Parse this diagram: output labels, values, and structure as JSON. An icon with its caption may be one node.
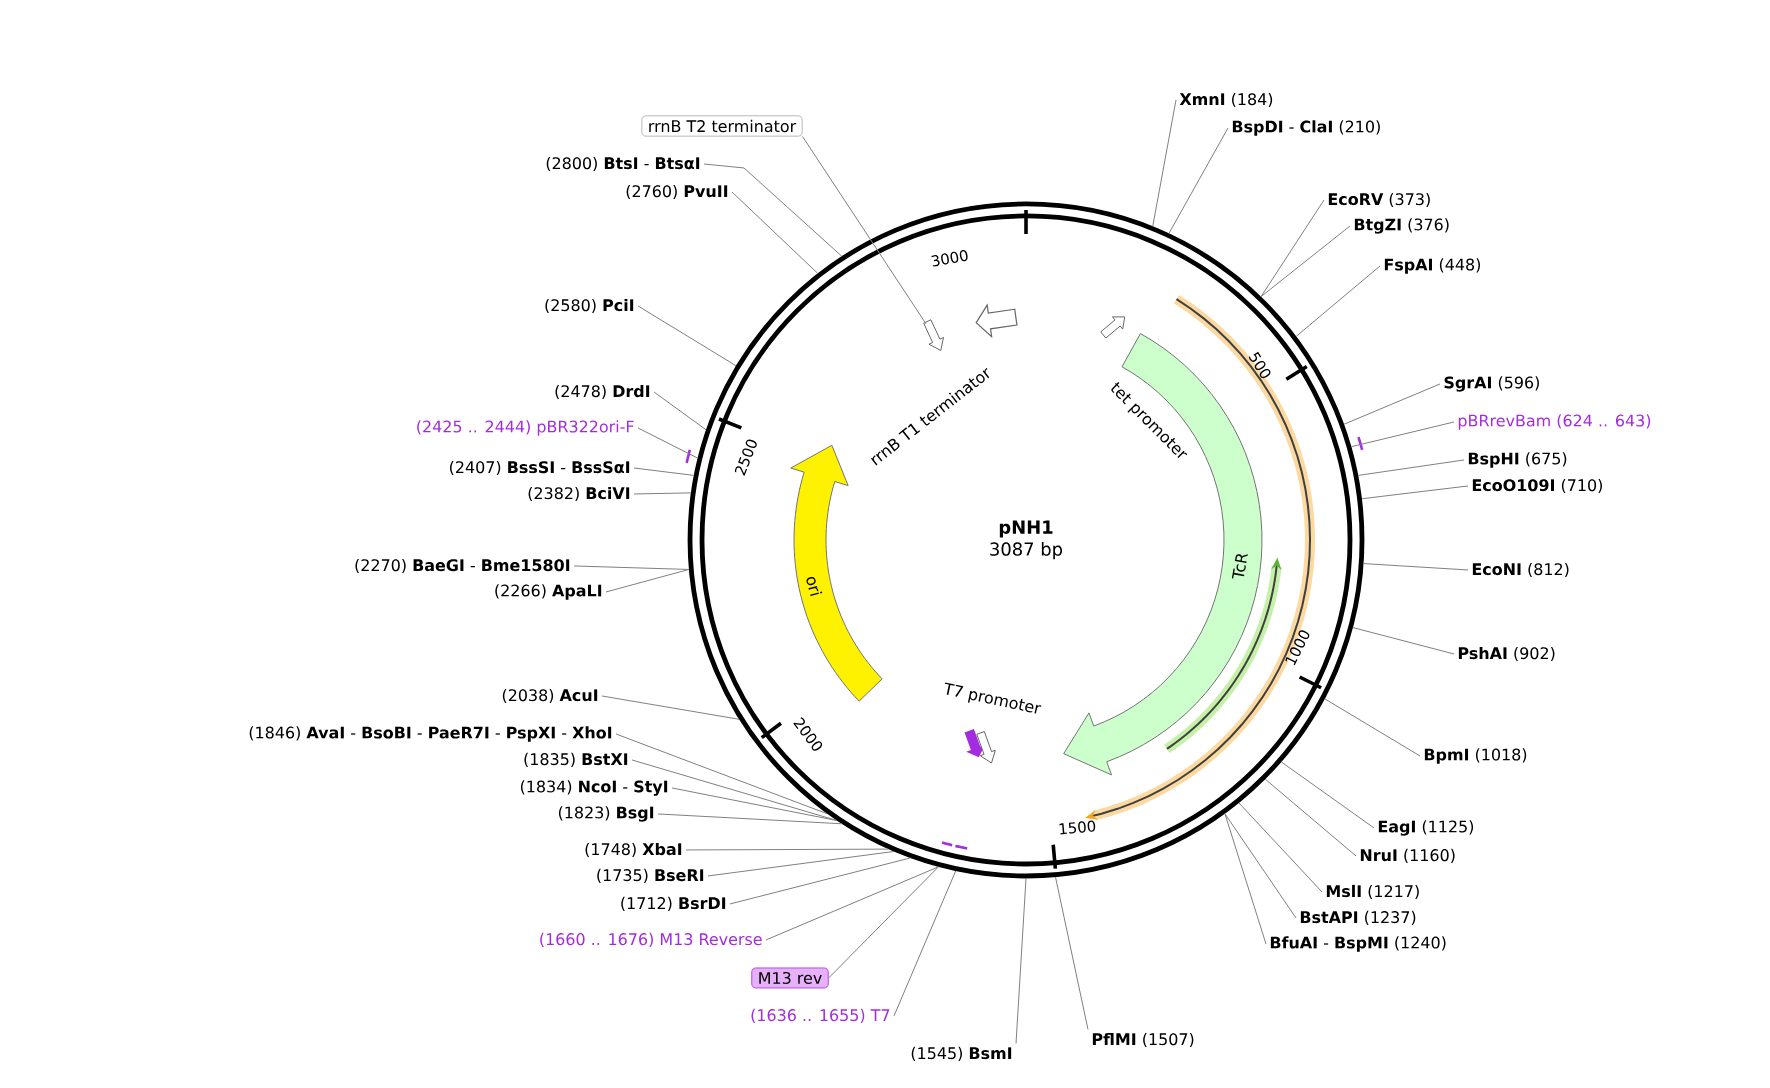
{
  "diagram": {
    "nodes": [
      {
        "text": [
          "**pNH1**",
          "3087 bp"
        ]
      },
      {
        "text": [
          "rrnB T2 terminator"
        ]
      },
      {
        "text": [
          "**XmnI** (184)"
        ]
      },
      {
        "text": [
          "**BspDI** - **ClaI** (210)"
        ]
      },
      {
        "text": [
          "(2800) **BtsI** - **BtsαI**"
        ]
      },
      {
        "text": [
          "(2760) **PvuII**"
        ]
      },
      {
        "text": [
          "**EcoRV** (373)"
        ]
      },
      {
        "text": [
          "**BtgZI** (376)"
        ]
      },
      {
        "text": [
          "**FspAI** (448)"
        ]
      },
      {
        "text": [
          "(2580) **PciI**"
        ]
      },
      {
        "text": [
          "**SgrAI** (596)"
        ]
      },
      {
        "text": [
          "(2478) **DrdI**"
        ]
      },
      {
        "text": [
          "pBRrevBam (624 .. 643)"
        ]
      },
      {
        "text": [
          "(2425 .. 2444) pBR322ori-F"
        ]
      },
      {
        "text": [
          "**BspHI** (675)"
        ]
      },
      {
        "text": [
          "(2407) **BssSI** - **BssSαI**"
        ]
      },
      {
        "text": [
          "**EcoO109I** (710)"
        ]
      },
      {
        "text": [
          "(2382) **BciVI**"
        ]
      },
      {
        "text": [
          "(2270) **BaeGI** - **Bme1580I**"
        ]
      },
      {
        "text": [
          "**EcoNI** (812)"
        ]
      },
      {
        "text": [
          "(2266) **ApaLI**"
        ]
      },
      {
        "text": [
          "**PshAI** (902)"
        ]
      },
      {
        "text": [
          "(2038) **AcuI**"
        ]
      },
      {
        "text": [
          "(1846) **AvaI** - **BsoBI** - **PaeR7I** - **PspXI** - **XhoI**"
        ]
      },
      {
        "text": [
          "**BpmI** (1018)"
        ]
      },
      {
        "text": [
          "(1835) **BstXI**"
        ]
      },
      {
        "text": [
          "(1834) **NcoI** - **StyI**"
        ]
      },
      {
        "text": [
          "(1823) **BsgI**"
        ]
      },
      {
        "text": [
          "**EagI** (1125)"
        ]
      },
      {
        "text": [
          "(1748) **XbaI**"
        ]
      },
      {
        "text": [
          "**NruI** (1160)"
        ]
      },
      {
        "text": [
          "(1735) **BseRI**"
        ]
      },
      {
        "text": [
          "**MslI** (1217)"
        ]
      },
      {
        "text": [
          "(1712) **BsrDI**"
        ]
      },
      {
        "text": [
          "**BstAPI** (1237)"
        ]
      },
      {
        "text": [
          "(1660 .. 1676) M13 Reverse"
        ]
      },
      {
        "text": [
          "**BfuAI** - **BspMI** (1240)"
        ]
      },
      {
        "text": [
          "M13 rev"
        ]
      },
      {
        "text": [
          "(1636 .. 1655) T7"
        ]
      },
      {
        "text": [
          "**PflMI** (1507)"
        ]
      },
      {
        "text": [
          "(1545) **BsmI**"
        ]
      },
      {
        "text": [
          "rrnB T1 terminator"
        ],
        "in": 0
      },
      {
        "text": [
          "tet promoter"
        ],
        "in": 0
      },
      {
        "text": [
          "TcR"
        ],
        "in": 0
      },
      {
        "text": [
          "ori"
        ],
        "in": 0
      },
      {
        "text": [
          "T7 promoter"
        ],
        "in": 0
      },
      {
        "text": [],
        "shape": "arrow",
        "in": 0
      }
    ],
    "edges": [
      {
        "from": 1,
        "to": 46,
        "arrow": "none"
      },
      {
        "from": 2,
        "to": 0,
        "arrow": "none"
      },
      {
        "from": 3,
        "to": 0,
        "arrow": "none"
      },
      {
        "from": 4,
        "to": 0,
        "arrow": "none"
      },
      {
        "from": 5,
        "to": 0,
        "arrow": "none"
      },
      {
        "from": 6,
        "to": 0,
        "arrow": "none"
      },
      {
        "from": 7,
        "to": 0,
        "arrow": "none"
      },
      {
        "from": 8,
        "to": 0,
        "arrow": "none"
      },
      {
        "from": 9,
        "to": 0,
        "arrow": "none"
      },
      {
        "from": 10,
        "to": 0,
        "arrow": "none"
      },
      {
        "from": 11,
        "to": 0,
        "arrow": "none"
      },
      {
        "from": 12,
        "to": 0,
        "arrow": "none"
      },
      {
        "from": 13,
        "to": 0,
        "arrow": "none"
      },
      {
        "from": 14,
        "to": 0,
        "arrow": "none"
      },
      {
        "from": 15,
        "to": 0,
        "arrow": "none"
      },
      {
        "from": 16,
        "to": 0,
        "arrow": "none"
      },
      {
        "from": 17,
        "to": 0,
        "arrow": "none"
      },
      {
        "from": 18,
        "to": 0,
        "arrow": "none"
      },
      {
        "from": 19,
        "to": 0,
        "arrow": "none"
      },
      {
        "from": 20,
        "to": 0,
        "arrow": "none"
      },
      {
        "from": 21,
        "to": 0,
        "arrow": "none"
      },
      {
        "from": 22,
        "to": 0,
        "arrow": "none"
      },
      {
        "from": 23,
        "to": 0,
        "arrow": "none"
      },
      {
        "from": 24,
        "to": 0,
        "arrow": "none"
      },
      {
        "from": 25,
        "to": 0,
        "arrow": "none"
      },
      {
        "from": 26,
        "to": 0,
        "arrow": "none"
      },
      {
        "from": 27,
        "to": 0,
        "arrow": "none"
      },
      {
        "from": 28,
        "to": 0,
        "arrow": "none"
      },
      {
        "from": 29,
        "to": 0,
        "arrow": "none"
      },
      {
        "from": 30,
        "to": 0,
        "arrow": "none"
      },
      {
        "from": 31,
        "to": 0,
        "arrow": "none"
      },
      {
        "from": 32,
        "to": 0,
        "arrow": "none"
      },
      {
        "from": 33,
        "to": 0,
        "arrow": "none"
      },
      {
        "from": 34,
        "to": 0,
        "arrow": "none"
      },
      {
        "from": 35,
        "to": 0,
        "arrow": "none"
      },
      {
        "from": 36,
        "to": 0,
        "arrow": "none"
      },
      {
        "from": 37,
        "to": 0,
        "arrow": "none"
      },
      {
        "from": 38,
        "to": 0,
        "arrow": "none"
      },
      {
        "from": 39,
        "to": 0,
        "arrow": "none"
      },
      {
        "from": 40,
        "to": 0,
        "arrow": "none"
      }
    ],
    "labels": [
      "3000",
      "500",
      "1000",
      "1500",
      "2000",
      "2500"
    ]
  }
}
